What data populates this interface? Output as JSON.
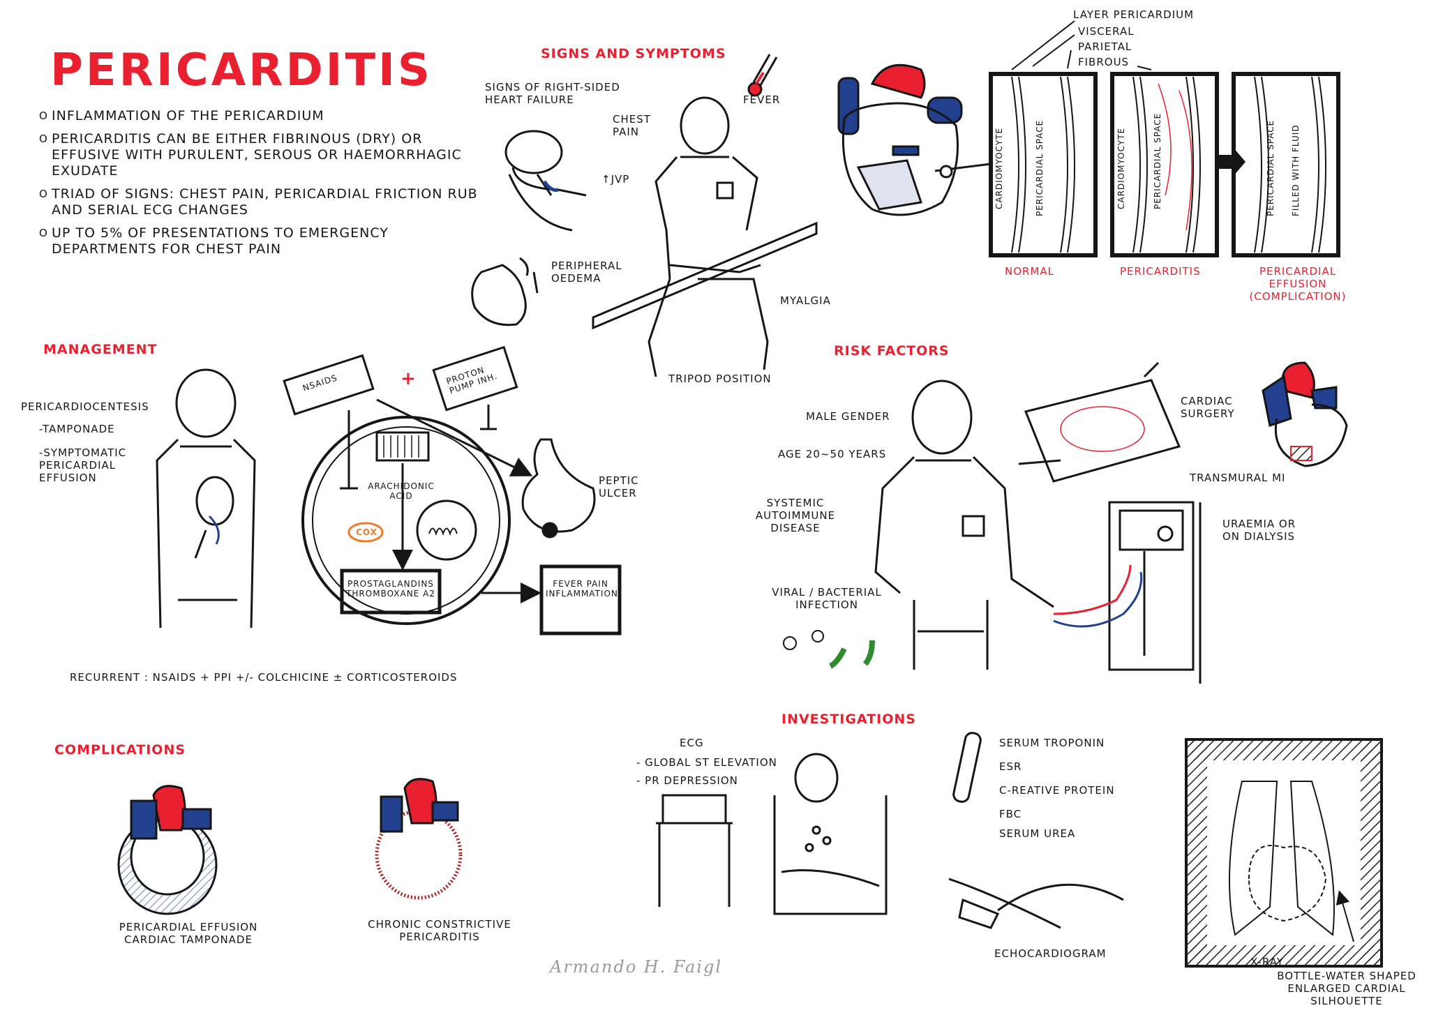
{
  "title": "Pericarditis",
  "intro": {
    "bullets": [
      "Inflammation of the pericardium",
      "Pericarditis can be either fibrinous (dry) or effusive with purulent, serous or haemorrhagic exudate",
      "Triad of signs: chest pain, pericardial friction rub and serial ECG changes",
      "Up to 5% of presentations to emergency departments for chest pain"
    ]
  },
  "signs": {
    "heading": "Signs and symptoms",
    "right_heart": "Signs of right-sided heart failure",
    "jvp": "↑JVP",
    "chest_pain": "Chest pain",
    "fever": "Fever",
    "oedema": "Peripheral oedema",
    "myalgia": "Myalgia",
    "tripod": "Tripod position"
  },
  "layers": {
    "title": "Layer pericardium",
    "visceral": "Visceral",
    "parietal": "Parietal",
    "fibrous": "Fibrous",
    "panel1_labels": [
      "Cardiomyocyte",
      "Pericardial space"
    ],
    "panel2_labels": [
      "Cardiomyocyte",
      "Pericardial space"
    ],
    "panel3_labels": [
      "Pericardial space",
      "Filled with fluid"
    ],
    "captions": [
      "Normal",
      "Pericarditis",
      "Pericardial effusion (complication)"
    ]
  },
  "management": {
    "heading": "Management",
    "pericardio": "Pericardiocentesis",
    "tamponade": "-Tamponade",
    "symptomatic": "-Symptomatic pericardial effusion",
    "nsaids": "NSAIDs",
    "plus": "+",
    "ppi": "Proton pump inh.",
    "arachidonic": "Arachidonic acid",
    "cox": "COX",
    "prostaglandins": "Prostaglandins Thromboxane A2",
    "effects": "Fever pain inflammation",
    "peptic": "Peptic ulcer",
    "recurrent": "Recurrent : NSAIDs + PPI +/- colchicine ± corticosteroids"
  },
  "risk": {
    "heading": "Risk factors",
    "male": "Male gender",
    "age": "Age 20~50 years",
    "autoimmune": "Systemic autoimmune disease",
    "infection": "Viral / bacterial infection",
    "cardiac_surgery": "Cardiac surgery",
    "mi": "Transmural MI",
    "uraemia": "Uraemia or on dialysis"
  },
  "complications": {
    "heading": "Complications",
    "effusion": "Pericardial effusion cardiac tamponade",
    "constrictive": "Chronic constrictive pericarditis"
  },
  "investigations": {
    "heading": "Investigations",
    "ecg": "ECG",
    "st": "- Global ST elevation",
    "pr": "- PR depression",
    "labs": [
      "Serum troponin",
      "ESR",
      "C-reative protein",
      "FBC",
      "Serum urea"
    ],
    "echo": "Echocardiogram",
    "xray": "X-ray",
    "bottle": "Bottle-water shaped enlarged cardial silhouette"
  },
  "signature": "Armando H. Faigl",
  "colors": {
    "accent": "#e8202f",
    "blue": "#23408e",
    "ink": "#161616",
    "orange": "#f07a2a"
  }
}
